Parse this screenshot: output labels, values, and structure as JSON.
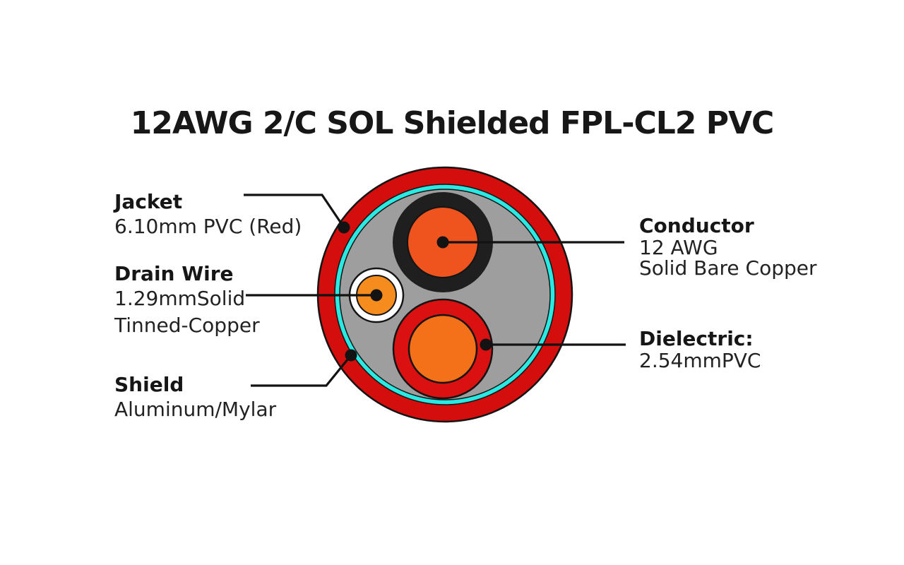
{
  "title": "12AWG 2/C SOL Shielded FPL-CL2 PVC",
  "colors": {
    "jacket_red": "#d40d0d",
    "shield_cyan": "#2ae8e2",
    "filler_gray": "#9e9e9e",
    "insulation_black": "#1f1f1f",
    "conductor_orange": "#ef541f",
    "dielectric_red": "#db1010",
    "dielectric_core_orange": "#f4711a",
    "drain_white": "#ffffff",
    "drain_orange": "#f68c1e"
  },
  "labels": {
    "jacket": {
      "title": "Jacket",
      "lines": [
        "6.10mm PVC (Red)"
      ]
    },
    "drain_wire": {
      "title": "Drain Wire",
      "lines": [
        "1.29mmSolid",
        "Tinned-Copper"
      ]
    },
    "shield": {
      "title": "Shield",
      "lines": [
        "Aluminum/Mylar"
      ]
    },
    "conductor": {
      "title": "Conductor",
      "lines": [
        "12 AWG",
        "Solid Bare Copper"
      ]
    },
    "dielectric": {
      "title": "Dielectric:",
      "lines": [
        "2.54mmPVC"
      ]
    }
  }
}
